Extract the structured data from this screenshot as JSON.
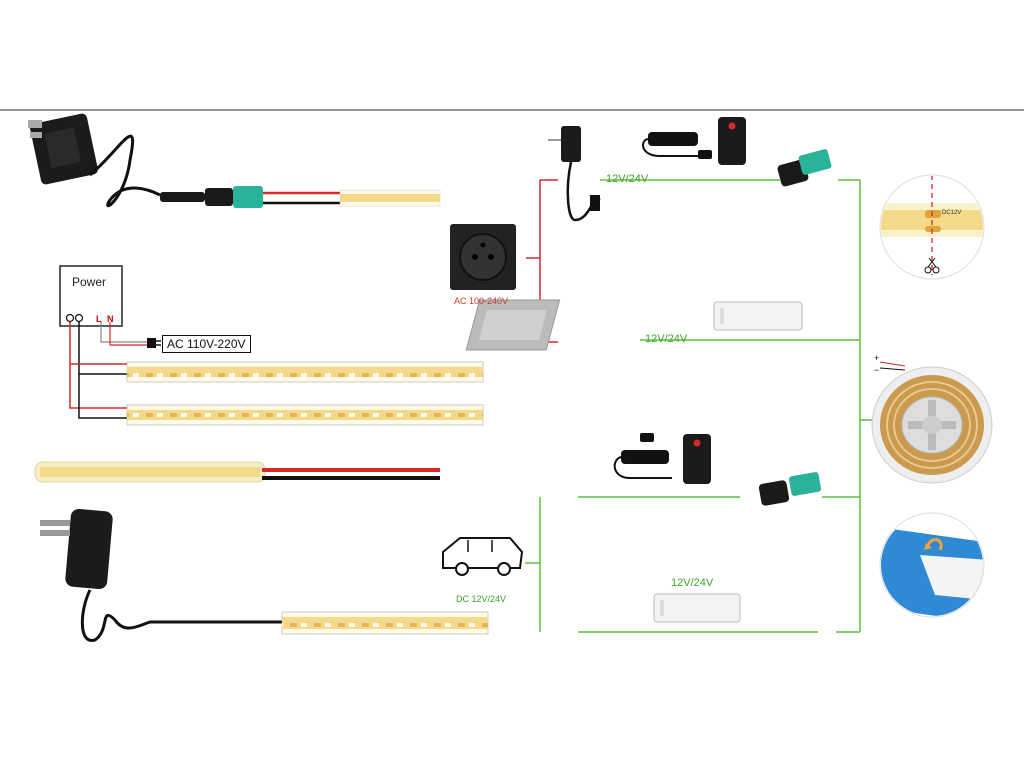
{
  "labels": {
    "power_box_title": "Power",
    "terminal_l": "L",
    "terminal_n": "N",
    "ac_input": "AC 110V-220V",
    "ac_socket": "AC 100-240V",
    "dc_car": "DC 12V/24V",
    "voltage_label": "12V/24V",
    "dc_marking": "DC12V"
  },
  "colors": {
    "green_wire": "#5cc13f",
    "red_wire": "#d42a2a",
    "black_wire": "#111111",
    "cob_strip": "#f4d98a",
    "cob_led": "#e0a43b",
    "connector": "#2bb39a",
    "tape_blue": "#2f8ad6",
    "socket": "#222222"
  },
  "icons": [
    "wall-adapter-icon",
    "dc-connector-icon",
    "cob-led-strip-icon",
    "power-supply-box-icon",
    "wall-socket-icon",
    "dimmer-controller-icon",
    "remote-control-icon",
    "switching-power-supply-icon",
    "rf-controller-icon",
    "car-icon",
    "led-reel-icon",
    "scissors-icon",
    "adhesive-tape-icon"
  ]
}
